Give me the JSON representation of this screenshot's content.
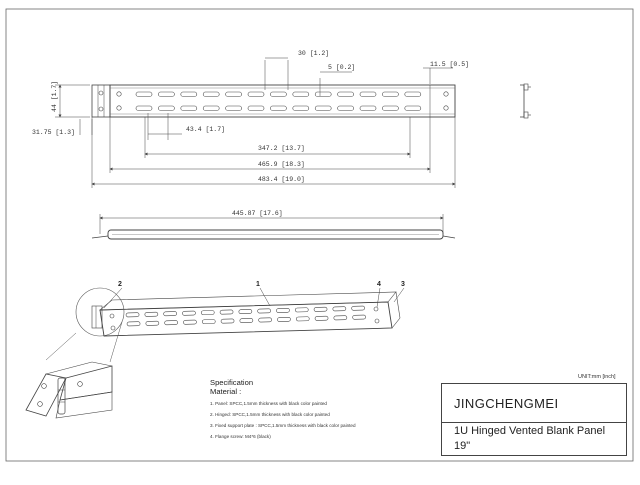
{
  "dimensions": {
    "top_span": "30 [1.2]",
    "slot_height": "5 [0.2]",
    "edge_offset": "11.5 [0.5]",
    "panel_height": "44 [1.7]",
    "flange_offset": "31.75 [1.3]",
    "slot_pitch": "43.4 [1.7]",
    "vent_span": "347.2 [13.7]",
    "panel_width": "465.9 [18.3]",
    "overall_width": "483.4 [19.0]",
    "bottom_span": "445.87 [17.6]"
  },
  "callouts": {
    "panel": "1",
    "hinge": "2",
    "support_plate": "3",
    "flange_screw": "4"
  },
  "specification": {
    "title": "Specification",
    "subtitle": "Material :",
    "items": [
      "1.  Panel: SPCC,1.5mm thickness with black color painted",
      "2.  Hinged: SPCC,1.5mm thickness with black color painted",
      "3.  Fixed support plate : SPCC,1.5mm thickness with black color painted",
      "4.  Flange screw: M4*6 (black)"
    ]
  },
  "unit_label": "UNIT:mm [inch]",
  "title_block": {
    "company": "JINGCHENGMEI",
    "product": "1U Hinged Vented Blank Panel",
    "size": "19\""
  },
  "colors": {
    "line": "#444444",
    "frame": "#555555",
    "background": "#ffffff"
  }
}
